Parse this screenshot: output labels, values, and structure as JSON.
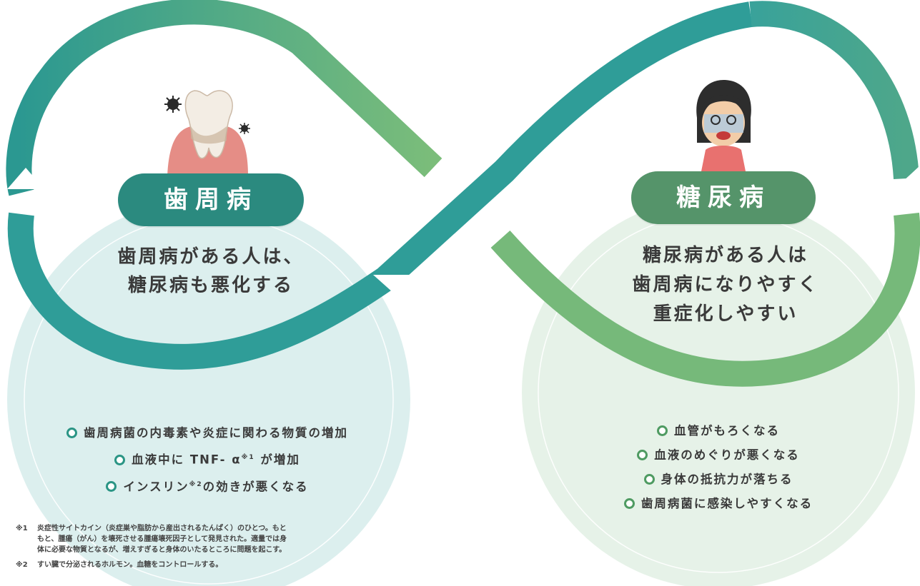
{
  "left": {
    "title": "歯周病",
    "heading_lines": [
      "歯周病がある人は、",
      "糖尿病も悪化する"
    ],
    "bullets": [
      {
        "text": "歯周病菌の内毒素や炎症に関わる物質の増加"
      },
      {
        "text": "血液中に TNF- α",
        "sup": "※1",
        "after": " が増加"
      },
      {
        "text": "インスリン",
        "sup": "※2",
        "after": "の効きが悪くなる"
      }
    ],
    "colors": {
      "pill": "#2b8a7f",
      "circle": "#dcefee",
      "bullet": "#2b9585"
    }
  },
  "right": {
    "title": "糖尿病",
    "heading_lines": [
      "糖尿病がある人は",
      "歯周病になりやすく",
      "重症化しやすい"
    ],
    "bullets": [
      {
        "text": "血管がもろくなる"
      },
      {
        "text": "血液のめぐりが悪くなる"
      },
      {
        "text": "身体の抵抗力が落ちる"
      },
      {
        "text": "歯周病菌に感染しやすくなる"
      }
    ],
    "colors": {
      "pill": "#55946a",
      "circle": "#e6f2e8",
      "bullet": "#4f9b62"
    }
  },
  "loop_colors": {
    "teal": "#2f9d98",
    "green": "#76b97a"
  },
  "notes": [
    {
      "mark": "※1",
      "lines": [
        "炎症性サイトカイン（炎症巣や脂肪から産出されるたんぱく）のひとつ。もと",
        "もと、腫瘍（がん）を壊死させる腫瘍壊死因子として発見された。適量では身",
        "体に必要な物質となるが、増えすぎると身体のいたるところに問題を起こす。"
      ]
    },
    {
      "mark": "※2",
      "lines": [
        "すい臓で分泌されるホルモン。血糖をコントロールする。"
      ]
    }
  ],
  "illustrations": {
    "left": "tooth-with-gum-disease-icon",
    "right": "sick-woman-icon"
  }
}
